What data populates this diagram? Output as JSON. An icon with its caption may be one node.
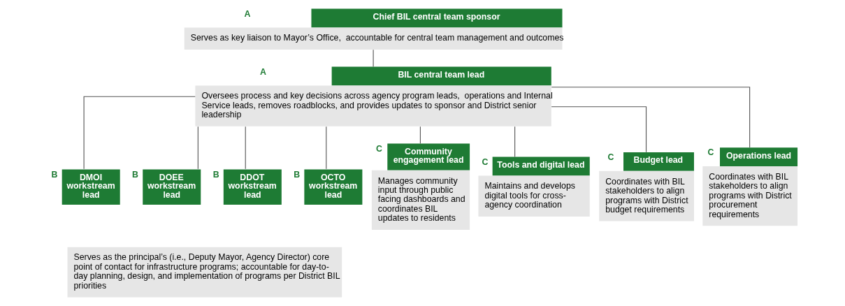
{
  "diagram": {
    "nodes": [
      {
        "text": [
          "A",
          "Chief BIL central team sponsor",
          "Serves as key liaison to Mayor’s Office,  accountable for central team management and outcomes"
        ]
      },
      {
        "text": [
          "A",
          "BIL central team lead",
          "Oversees process and key decisions across agency program leads,  operations and Internal Service leads, removes roadblocks, and provides updates to sponsor and District senior leadership"
        ]
      },
      {
        "text": [
          "B",
          "DMOI workstream lead"
        ]
      },
      {
        "text": [
          "B",
          "DOEE workstream lead"
        ]
      },
      {
        "text": [
          "B",
          "DDOT workstream lead"
        ]
      },
      {
        "text": [
          "B",
          "OCTO workstream lead"
        ]
      },
      {
        "text": [
          "Serves as the principal’s (i.e., Deputy Mayor, Agency Director) core point of contact for infrastructure programs; accountable for day-to-day planning, design, and implementation of programs per District BIL priorities"
        ]
      },
      {
        "text": [
          "C",
          "Community engagement lead",
          "Manages community input through public facing dashboards and coordinates BIL updates to residents"
        ]
      },
      {
        "text": [
          "C",
          "Tools and digital lead",
          "Maintains and develops digital tools for cross-agency coordination"
        ]
      },
      {
        "text": [
          "C",
          "Budget lead",
          "Coordinates with BIL stakeholders to align programs with District budget requirements"
        ]
      },
      {
        "text": [
          "C",
          "Operations lead",
          "Coordinates with BIL stakeholders to align programs with District procurement requirements"
        ]
      }
    ],
    "edges": [
      {
        "from": 0,
        "to": 1,
        "arrow": "none"
      },
      {
        "from": 1,
        "to": 2,
        "arrow": "none"
      },
      {
        "from": 1,
        "to": 3,
        "arrow": "none"
      },
      {
        "from": 1,
        "to": 4,
        "arrow": "none"
      },
      {
        "from": 1,
        "to": 5,
        "arrow": "none"
      },
      {
        "from": 1,
        "to": 7,
        "arrow": "none"
      },
      {
        "from": 1,
        "to": 8,
        "arrow": "none"
      },
      {
        "from": 1,
        "to": 9,
        "arrow": "none"
      },
      {
        "from": 1,
        "to": 10,
        "arrow": "none"
      }
    ]
  }
}
